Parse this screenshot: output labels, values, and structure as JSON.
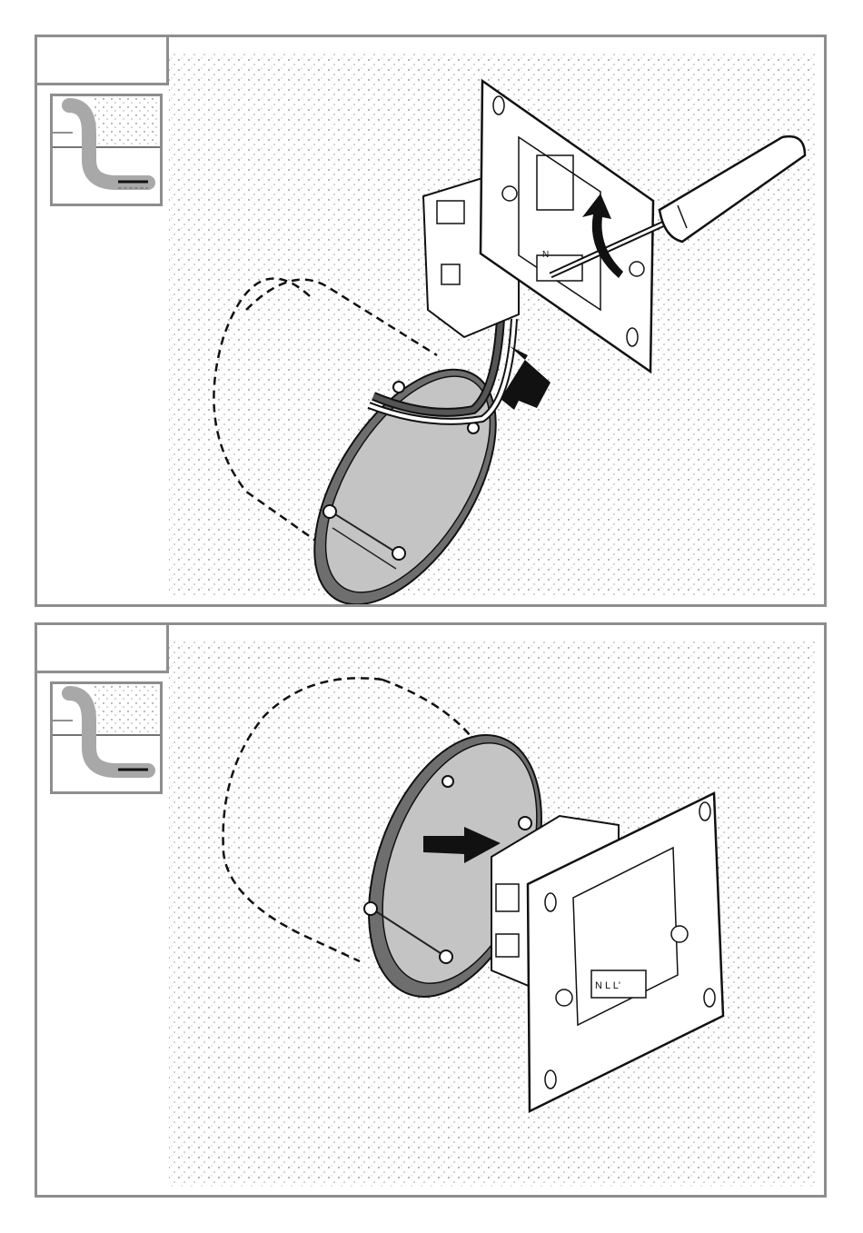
{
  "steps": [
    {
      "step_label": "",
      "thumbnail_icon": "flush-mounted-cable-icon",
      "illustration": "remove-insert-and-feed-wires-illustration",
      "terminal_marking": "N"
    },
    {
      "step_label": "",
      "thumbnail_icon": "flush-mounted-cable-icon",
      "illustration": "insert-into-wall-box-illustration",
      "terminal_marking": "N L L'"
    }
  ],
  "colors": {
    "frame": "#8e8e8e",
    "line": "#1a1a1a",
    "box_fill": "#bdbdbd",
    "arrow": "#111111"
  }
}
